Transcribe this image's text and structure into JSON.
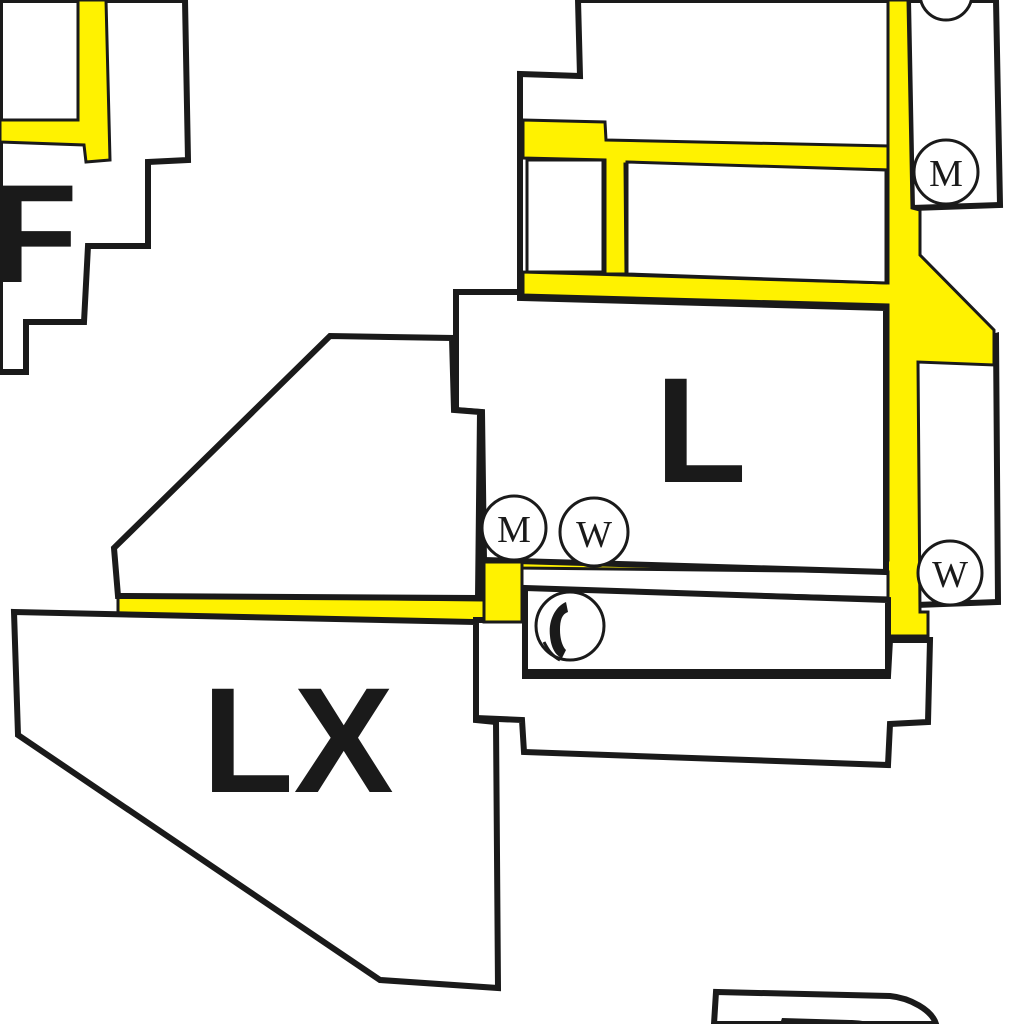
{
  "map": {
    "buildings": {
      "f_label": "F",
      "l_label": "L",
      "lx_label": "LX"
    },
    "icons": {
      "men_restroom": "M",
      "women_restroom": "W",
      "telephone": "telephone-icon"
    },
    "colors": {
      "walkway": "#fff200",
      "outline": "#1a1a1a",
      "background": "#ffffff"
    }
  }
}
